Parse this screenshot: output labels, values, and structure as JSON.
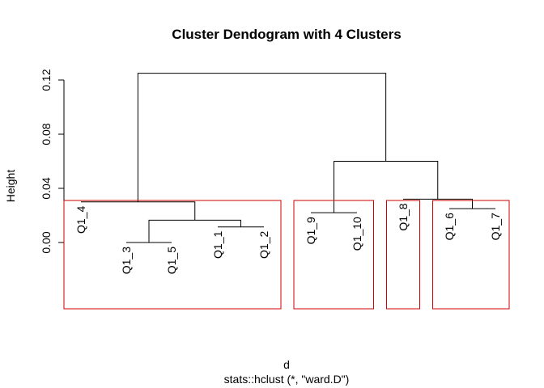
{
  "chart_data": {
    "type": "dendrogram",
    "title": "Cluster Dendogram with 4 Clusters",
    "xlabel": "d",
    "ylabel": "Height",
    "subtitle": "stats::hclust (*, \"ward.D\")",
    "ylim": [
      0,
      0.12
    ],
    "yticks": [
      "0.00",
      "0.04",
      "0.08",
      "0.12"
    ],
    "leaves": [
      {
        "label": "Q1_4",
        "height": 0.03
      },
      {
        "label": "Q1_3",
        "height": 0.0
      },
      {
        "label": "Q1_5",
        "height": 0.0
      },
      {
        "label": "Q1_1",
        "height": 0.0115
      },
      {
        "label": "Q1_2",
        "height": 0.0115
      },
      {
        "label": "Q1_9",
        "height": 0.022
      },
      {
        "label": "Q1_10",
        "height": 0.022
      },
      {
        "label": "Q1_8",
        "height": 0.032
      },
      {
        "label": "Q1_6",
        "height": 0.025
      },
      {
        "label": "Q1_7",
        "height": 0.025
      }
    ],
    "merges": [
      {
        "left": "Q1_3",
        "right": "Q1_5",
        "height": 0.0
      },
      {
        "left": "Q1_1",
        "right": "Q1_2",
        "height": 0.0115
      },
      {
        "left": "merge-1",
        "right": "merge-2",
        "height": 0.0165
      },
      {
        "left": "Q1_4",
        "right": "merge-3",
        "height": 0.03
      },
      {
        "left": "Q1_9",
        "right": "Q1_10",
        "height": 0.022
      },
      {
        "left": "Q1_6",
        "right": "Q1_7",
        "height": 0.025
      },
      {
        "left": "Q1_8",
        "right": "merge-6",
        "height": 0.032
      },
      {
        "left": "merge-5",
        "right": "merge-7",
        "height": 0.06
      },
      {
        "left": "merge-4",
        "right": "merge-8",
        "height": 0.125
      }
    ],
    "clusters": [
      {
        "members": [
          "Q1_4",
          "Q1_3",
          "Q1_5",
          "Q1_1",
          "Q1_2"
        ]
      },
      {
        "members": [
          "Q1_9",
          "Q1_10"
        ]
      },
      {
        "members": [
          "Q1_8"
        ]
      },
      {
        "members": [
          "Q1_6",
          "Q1_7"
        ]
      }
    ],
    "cluster_border_color": "#d00000",
    "line_color": "#000000"
  }
}
